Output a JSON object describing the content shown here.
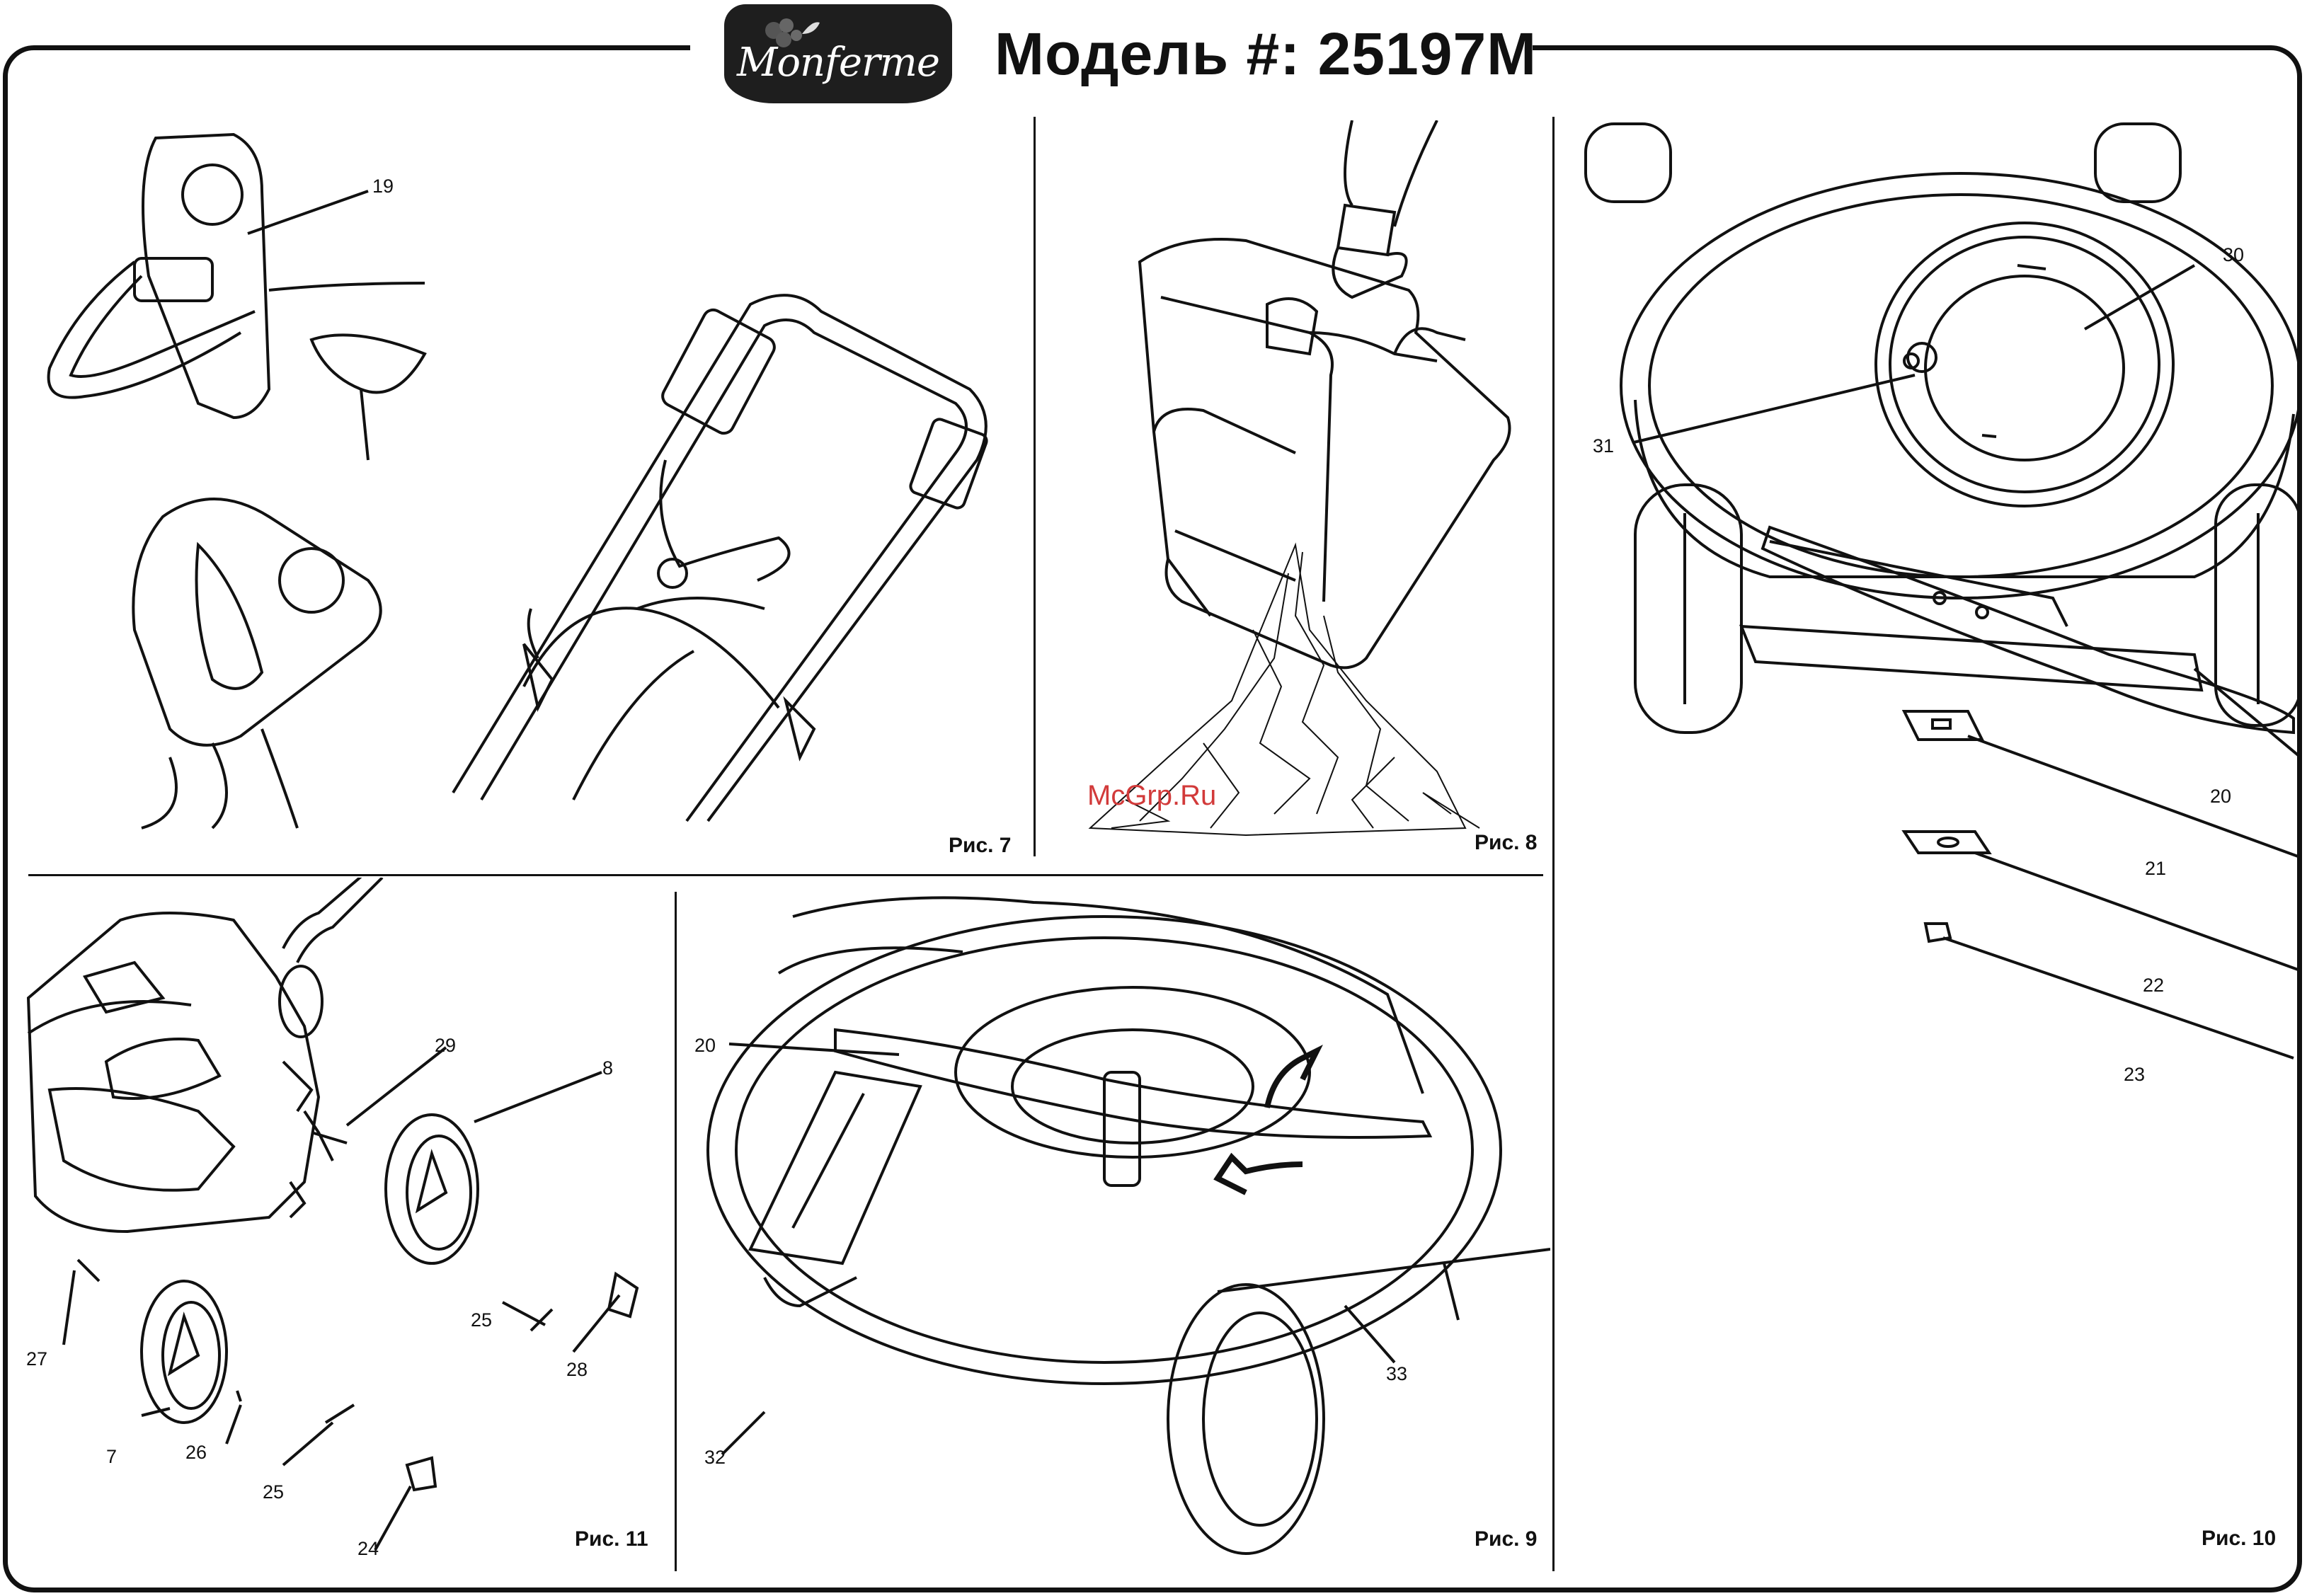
{
  "header": {
    "brand": "Monferme",
    "model_title": "Модель #: 25197M"
  },
  "watermark": "McGrp.Ru",
  "figures": {
    "fig7": {
      "label": "Рис. 7",
      "callouts": [
        "19"
      ]
    },
    "fig8": {
      "label": "Рис. 8"
    },
    "fig9": {
      "label": "Рис. 9",
      "callouts": [
        "20",
        "32",
        "33"
      ]
    },
    "fig10": {
      "label": "Рис. 10",
      "callouts": [
        "30",
        "31",
        "20",
        "21",
        "22",
        "23"
      ]
    },
    "fig11": {
      "label": "Рис. 11",
      "callouts": [
        "29",
        "8",
        "27",
        "25",
        "28",
        "7",
        "26",
        "25",
        "24"
      ]
    }
  }
}
